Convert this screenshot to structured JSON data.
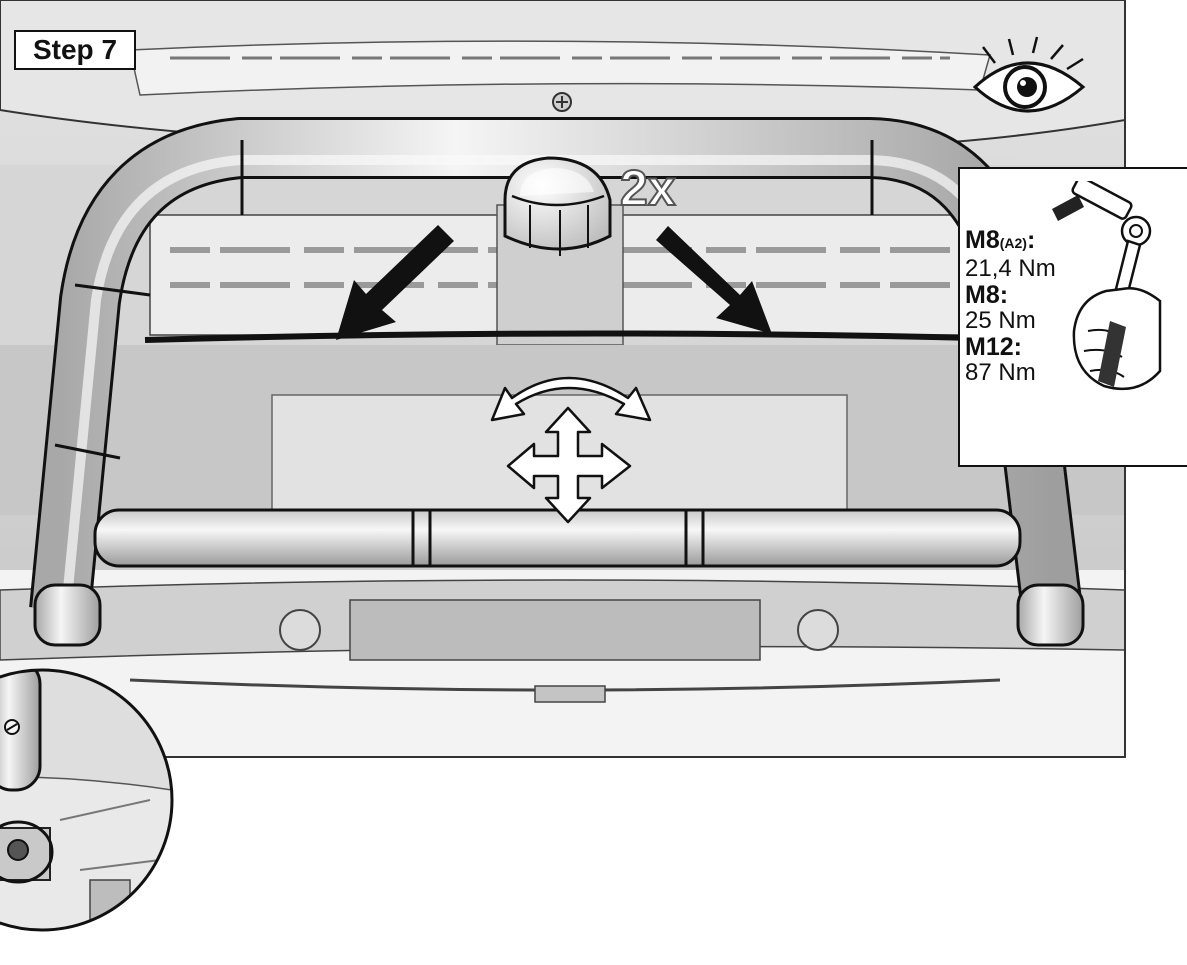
{
  "step": {
    "label": "Step 7"
  },
  "quantity": {
    "label": "2x"
  },
  "torque": {
    "items": [
      {
        "spec": "M8",
        "grade": "(A2)",
        "value": "21,4 Nm"
      },
      {
        "spec": "M8",
        "grade": "",
        "value": "25 Nm"
      },
      {
        "spec": "M12",
        "grade": "",
        "value": "87 Nm"
      }
    ]
  },
  "icons": {
    "inspect": "eye-icon",
    "nut": "cap-nut-icon",
    "tool": "torque-wrench-icon",
    "rotate": "rotate-arrow-icon",
    "move": "move-arrows-icon"
  },
  "colors": {
    "line": "#111111",
    "body": "#d8d8d8",
    "shade": "#a9a9a9",
    "tube": "#efefef",
    "paper": "#ffffff"
  }
}
